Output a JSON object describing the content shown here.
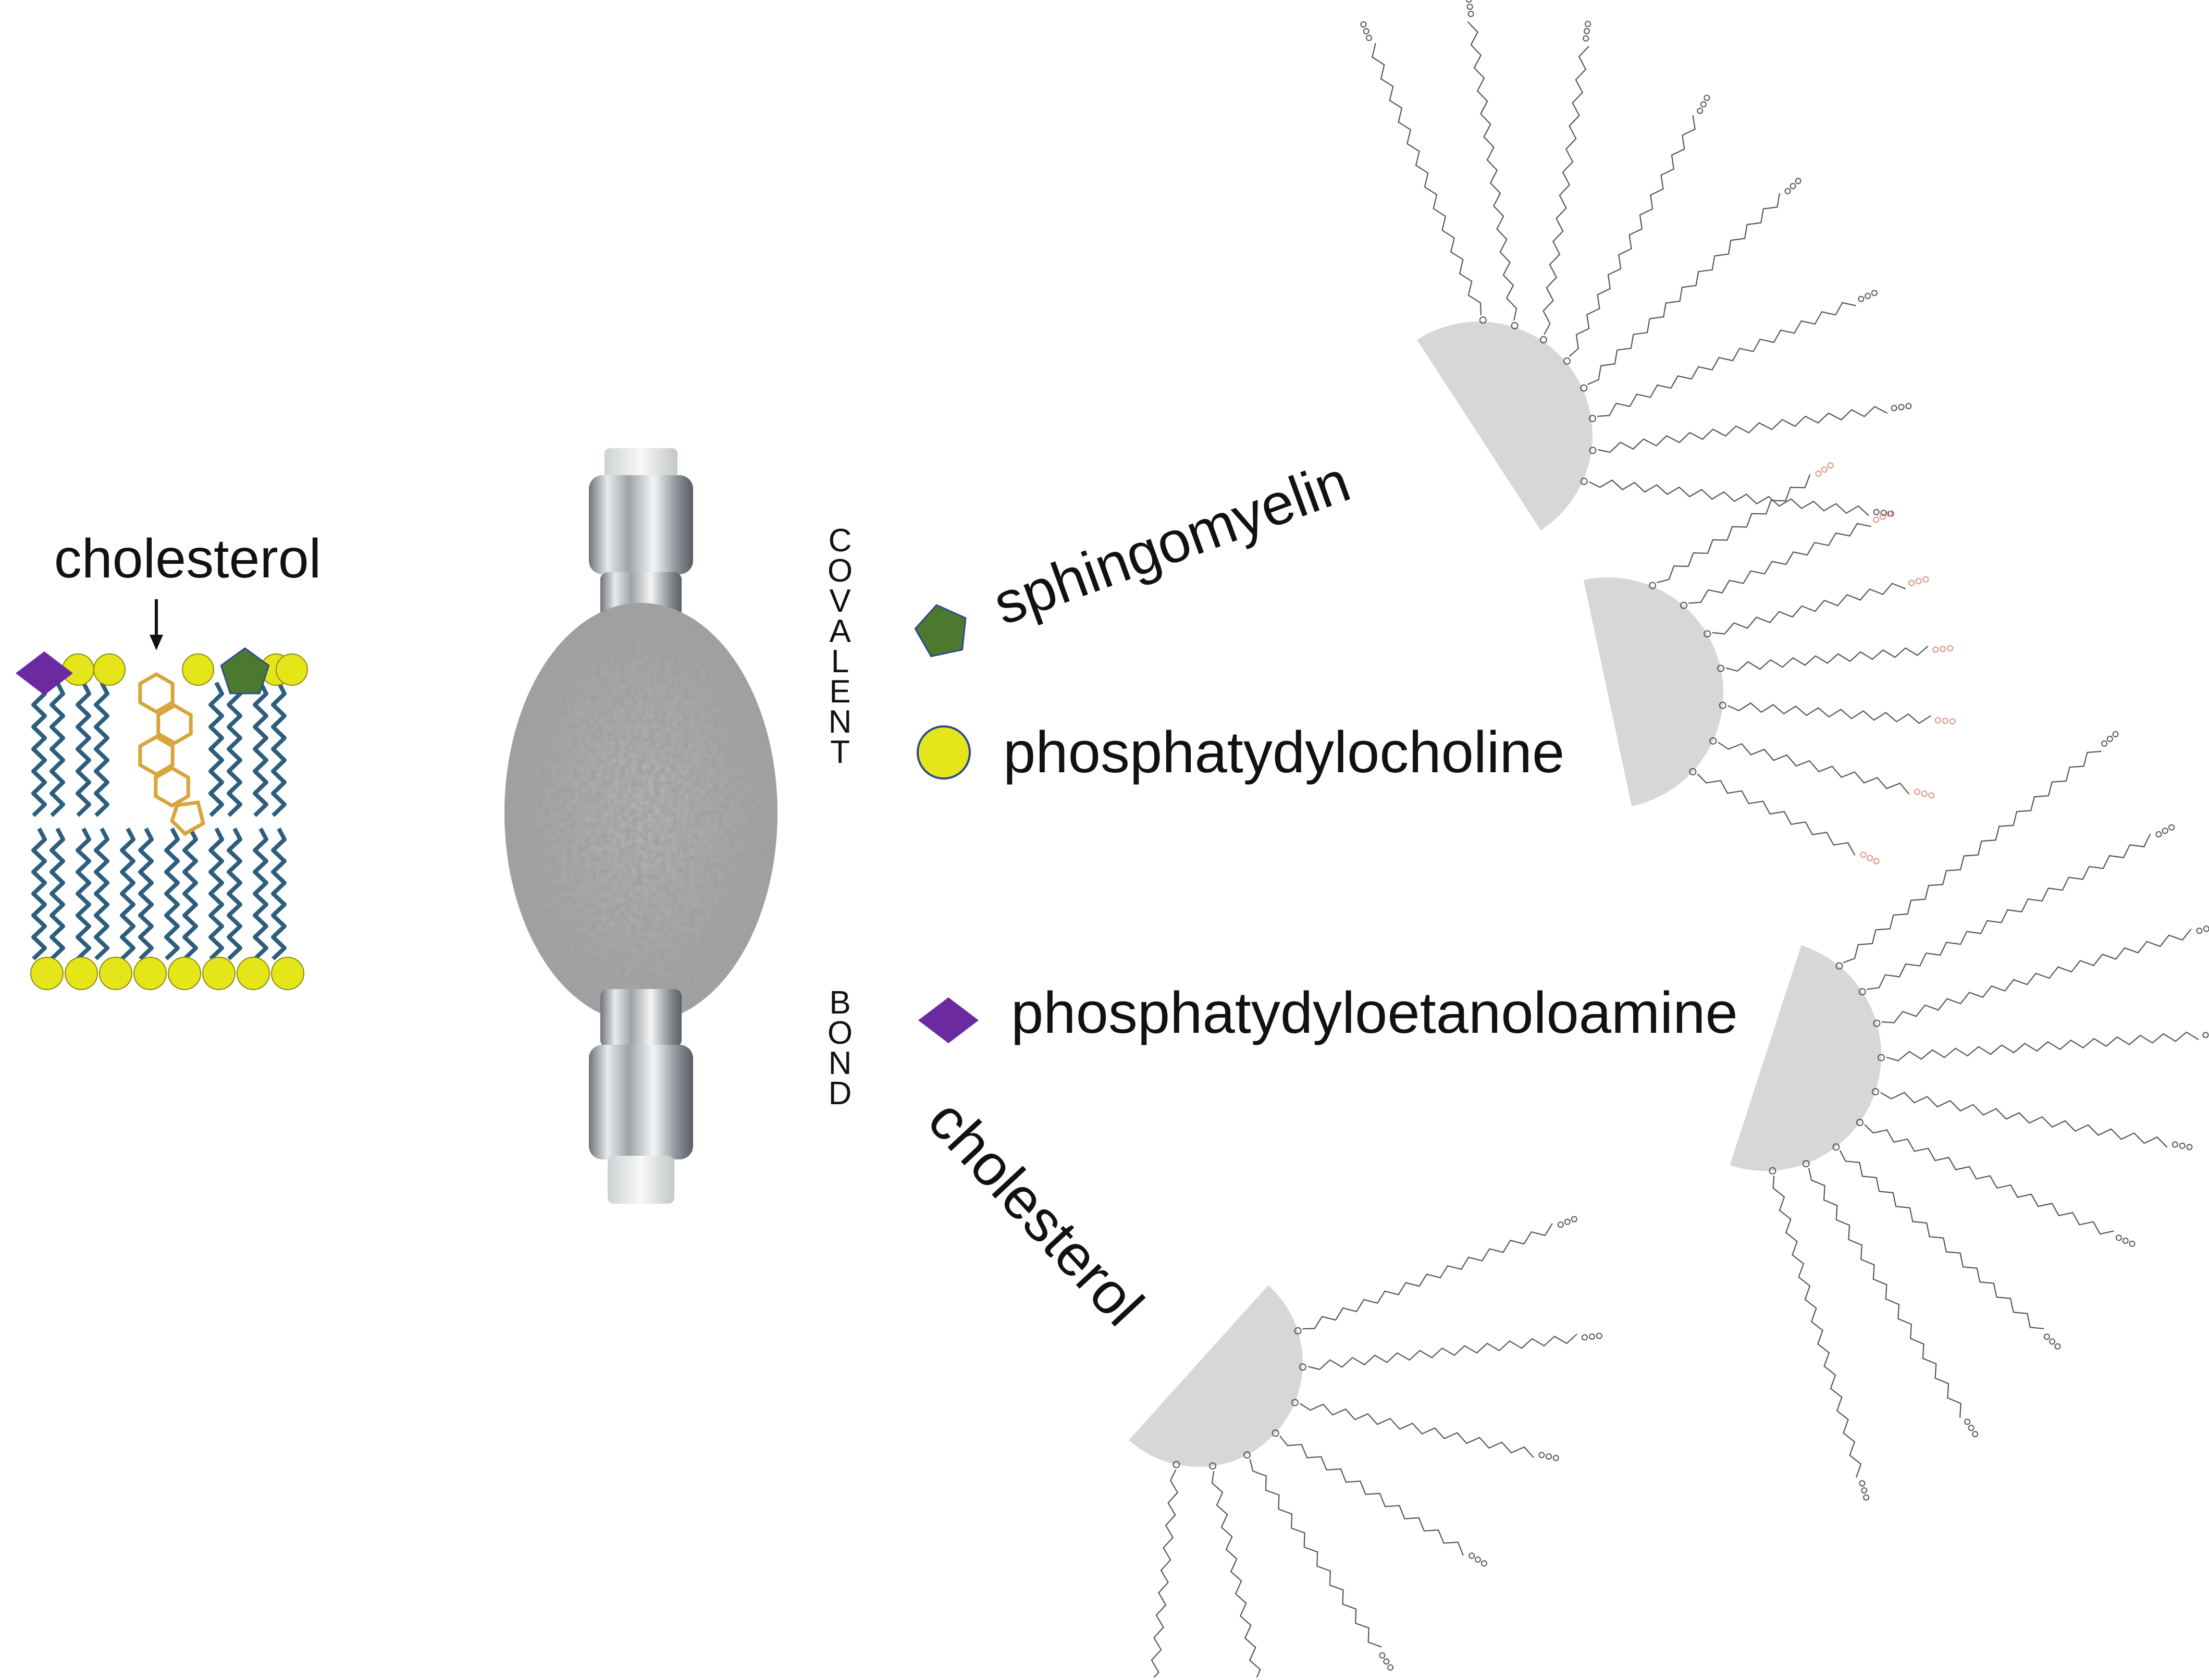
{
  "figure": {
    "membrane": {
      "label": "cholesterol",
      "colors": {
        "head": "#e5e61a",
        "head_stroke": "#8a8a10",
        "tail": "#2d5e7e",
        "sterol": "#d9a43a",
        "pentagon": "#4b7a2e",
        "diamond": "#6c2aa0"
      }
    },
    "column": {
      "vertical_text_1": "COVALENT",
      "vertical_text_2": "BOND",
      "colors": {
        "metal": "#b8bcc2",
        "cap": "#eceeee",
        "packing": "#a6a6a6"
      }
    },
    "legend": {
      "items": [
        {
          "icon": "pentagon-icon",
          "label": "sphingomyelin",
          "color": "#4b7a2e"
        },
        {
          "icon": "circle-icon",
          "label": "phosphatydylocholine",
          "color": "#e5e61a"
        },
        {
          "icon": "diamond-icon",
          "label": "phosphatydyloetanoloamine",
          "color": "#6c2aa0"
        }
      ],
      "rotated_label": "cholesterol"
    },
    "particles": {
      "fill": "#d7d7d7",
      "chain_color": "#555555",
      "headgroup_accent": "#e09080"
    }
  }
}
